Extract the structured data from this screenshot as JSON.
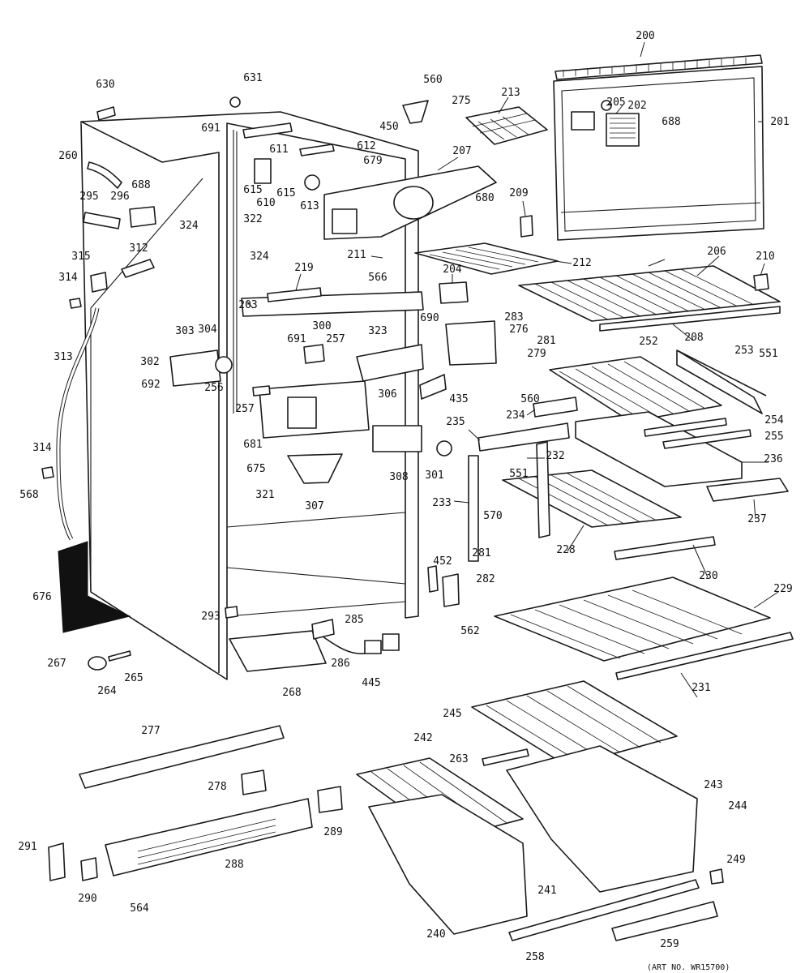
{
  "art_number": "(ART NO. WR15700)",
  "part_labels": [
    "200",
    "201",
    "202",
    "203",
    "204",
    "205",
    "206",
    "207",
    "208",
    "209",
    "210",
    "211",
    "212",
    "213",
    "219",
    "228",
    "229",
    "230",
    "231",
    "232",
    "233",
    "234",
    "235",
    "236",
    "237",
    "240",
    "241",
    "242",
    "243",
    "244",
    "245",
    "249",
    "252",
    "253",
    "254",
    "255",
    "256",
    "257",
    "258",
    "259",
    "260",
    "263",
    "264",
    "265",
    "267",
    "268",
    "275",
    "276",
    "277",
    "278",
    "279",
    "281",
    "282",
    "283",
    "285",
    "286",
    "288",
    "289",
    "290",
    "291",
    "293",
    "295",
    "296",
    "300",
    "301",
    "302",
    "303",
    "304",
    "306",
    "307",
    "308",
    "312",
    "313",
    "314",
    "315",
    "321",
    "322",
    "323",
    "324",
    "435",
    "445",
    "450",
    "452",
    "551",
    "560",
    "562",
    "564",
    "566",
    "568",
    "570",
    "610",
    "611",
    "612",
    "613",
    "615",
    "630",
    "631",
    "675",
    "676",
    "679",
    "680",
    "681",
    "688",
    "690",
    "691",
    "692"
  ]
}
